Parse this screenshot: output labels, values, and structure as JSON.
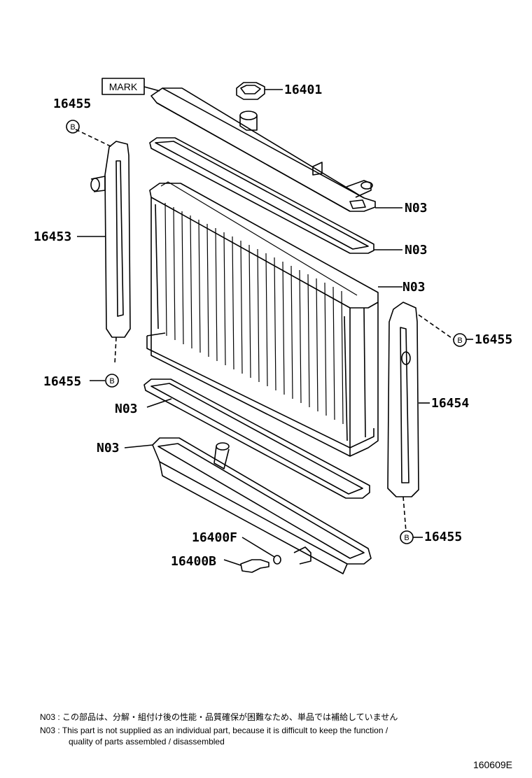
{
  "mark_label": "MARK",
  "parts": {
    "cap": "16401",
    "tank_top": "N03",
    "gasket_top": "N03",
    "core": "N03",
    "gasket_bottom": "N03",
    "tank_bottom": "N03",
    "support_left": "16453",
    "support_right": "16454",
    "bolt_left_top": "16455",
    "bolt_left_bottom": "16455",
    "bolt_right_top": "16455",
    "bolt_right_bottom": "16455",
    "o_ring": "16400F",
    "drain_cock": "16400B"
  },
  "circle_marker": "B",
  "notes": {
    "jp_prefix": "N03 :",
    "jp_text": "この部品は、分解・組付け後の性能・品質確保が困難なため、単品では補給していません",
    "en_prefix": "N03 :",
    "en_line1": "This part is not supplied as an individual part, because it is difficult to keep the function /",
    "en_line2": "quality of parts assembled / disassembled"
  },
  "diagram_code": "160609E"
}
